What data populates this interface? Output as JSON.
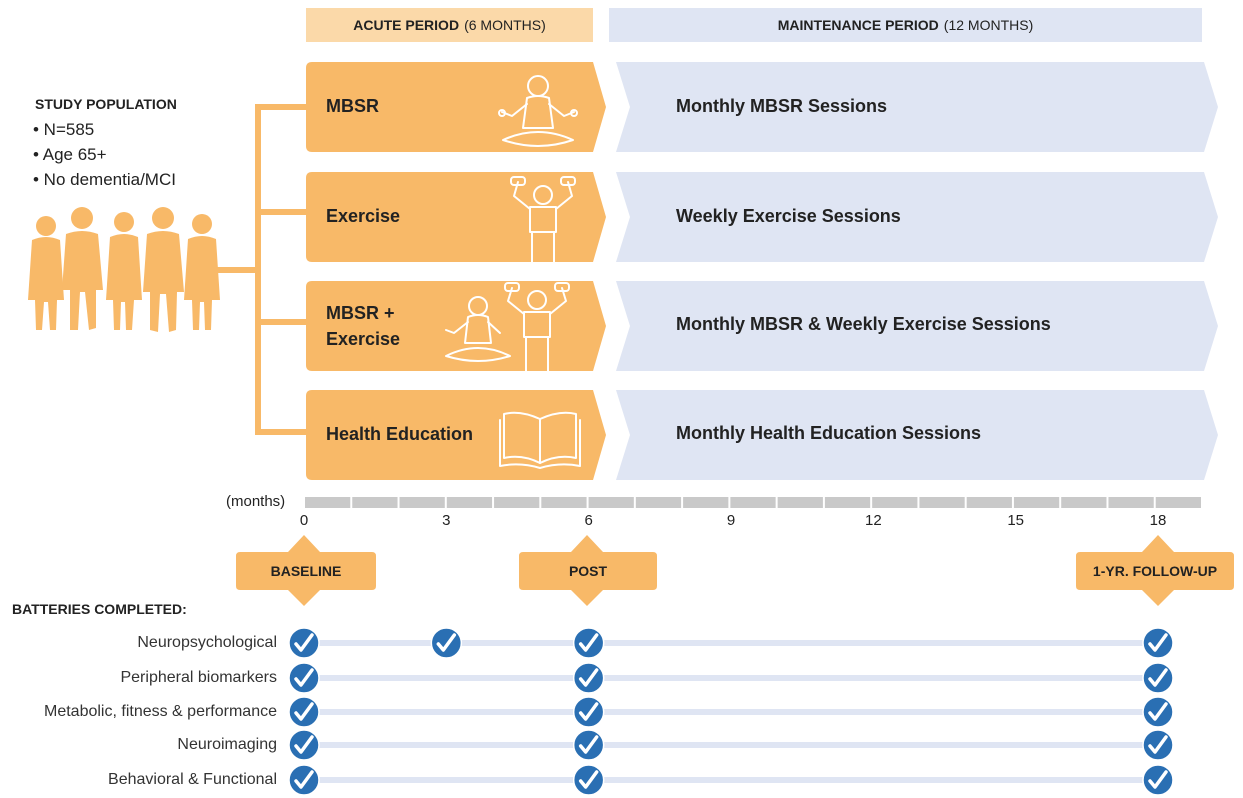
{
  "periods": {
    "acute": {
      "bold": "ACUTE PERIOD",
      "rest": "(6 MONTHS)"
    },
    "maintenance": {
      "bold": "MAINTENANCE PERIOD",
      "rest": "(12 MONTHS)"
    }
  },
  "population": {
    "title": "STUDY POPULATION",
    "items": [
      "• N=585",
      "• Age 65+",
      "• No dementia/MCI"
    ]
  },
  "arms": [
    {
      "name": "MBSR",
      "icon": "meditation-icon",
      "maintenance": "Monthly MBSR Sessions"
    },
    {
      "name": "Exercise",
      "icon": "exercise-icon",
      "maintenance": "Weekly Exercise Sessions"
    },
    {
      "name_line1": "MBSR +",
      "name_line2": "Exercise",
      "icon": "meditation-exercise-icon",
      "maintenance": "Monthly MBSR & Weekly Exercise Sessions"
    },
    {
      "name": "Health Education",
      "icon": "book-icon",
      "maintenance": "Monthly Health Education Sessions"
    }
  ],
  "timeline": {
    "unit_label": "(months)",
    "ticks": [
      "0",
      "3",
      "6",
      "9",
      "12",
      "15",
      "18"
    ]
  },
  "milestones": {
    "baseline": "BASELINE",
    "post": "POST",
    "followup": "1-YR. FOLLOW-UP"
  },
  "batteries": {
    "title": "BATTERIES COMPLETED:",
    "rows": [
      {
        "label": "Neuropsychological",
        "months": [
          0,
          3,
          6,
          18
        ]
      },
      {
        "label": "Peripheral biomarkers",
        "months": [
          0,
          6,
          18
        ]
      },
      {
        "label": "Metabolic, fitness & performance",
        "months": [
          0,
          6,
          18
        ]
      },
      {
        "label": "Neuroimaging",
        "months": [
          0,
          6,
          18
        ]
      },
      {
        "label": "Behavioral & Functional",
        "months": [
          0,
          6,
          18
        ]
      }
    ]
  },
  "colors": {
    "orange": "#f8b968",
    "light_orange": "#fbd9a9",
    "blue_light": "#dfe5f3",
    "check_blue": "#2a6fb3",
    "gray": "#c9c9c9"
  }
}
